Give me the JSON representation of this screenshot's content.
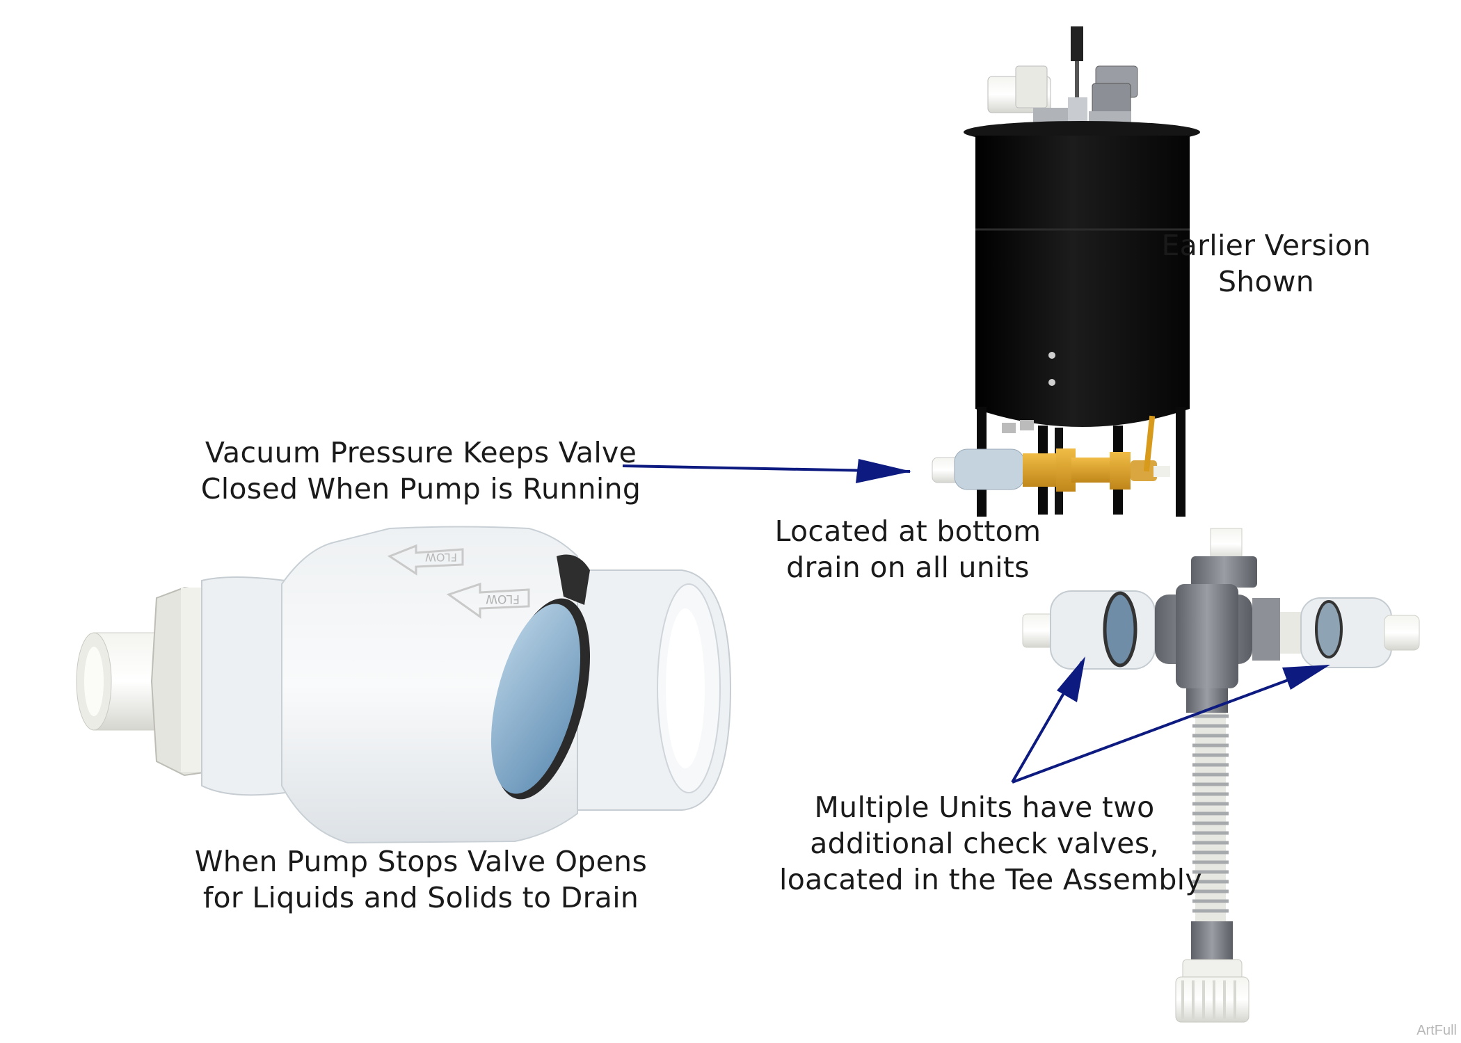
{
  "labels": {
    "earlier_version": [
      "Earlier Version",
      "Shown"
    ],
    "vacuum_pressure": [
      "Vacuum Pressure Keeps Valve",
      "Closed When Pump is Running"
    ],
    "located_bottom": [
      "Located at bottom",
      "drain on all units"
    ],
    "pump_stops": [
      "When Pump Stops Valve Opens",
      "for Liquids and Solids to Drain"
    ],
    "multiple_units": [
      "Multiple Units have two",
      "additional check valves,",
      "loacated in the Tee Assembly"
    ]
  },
  "valve_markings": [
    "FLOW",
    "FLOW"
  ],
  "credit": "ArtFull",
  "colors": {
    "arrow": "#0d1a80",
    "tank": "#0a0a0a",
    "brass": "#e0a020",
    "pvc_gray": "#777b82",
    "clear_pvc": "#e9edf0",
    "flapper_blue": "#7aa6c8"
  }
}
